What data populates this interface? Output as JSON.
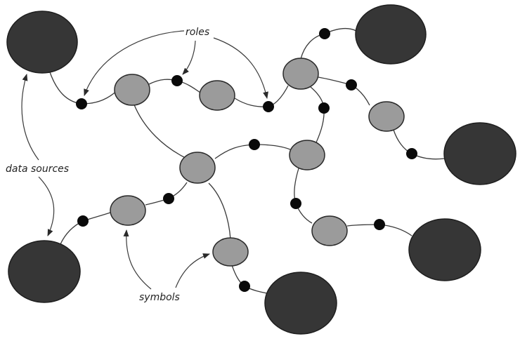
{
  "labels": {
    "roles": "roles",
    "data_sources": "data sources",
    "symbols": "symbols"
  },
  "colors": {
    "data_source_fill": "#363636",
    "symbol_fill": "#9b9b9b",
    "role_fill": "#0a0a0a",
    "line": "#3a3a3a"
  }
}
